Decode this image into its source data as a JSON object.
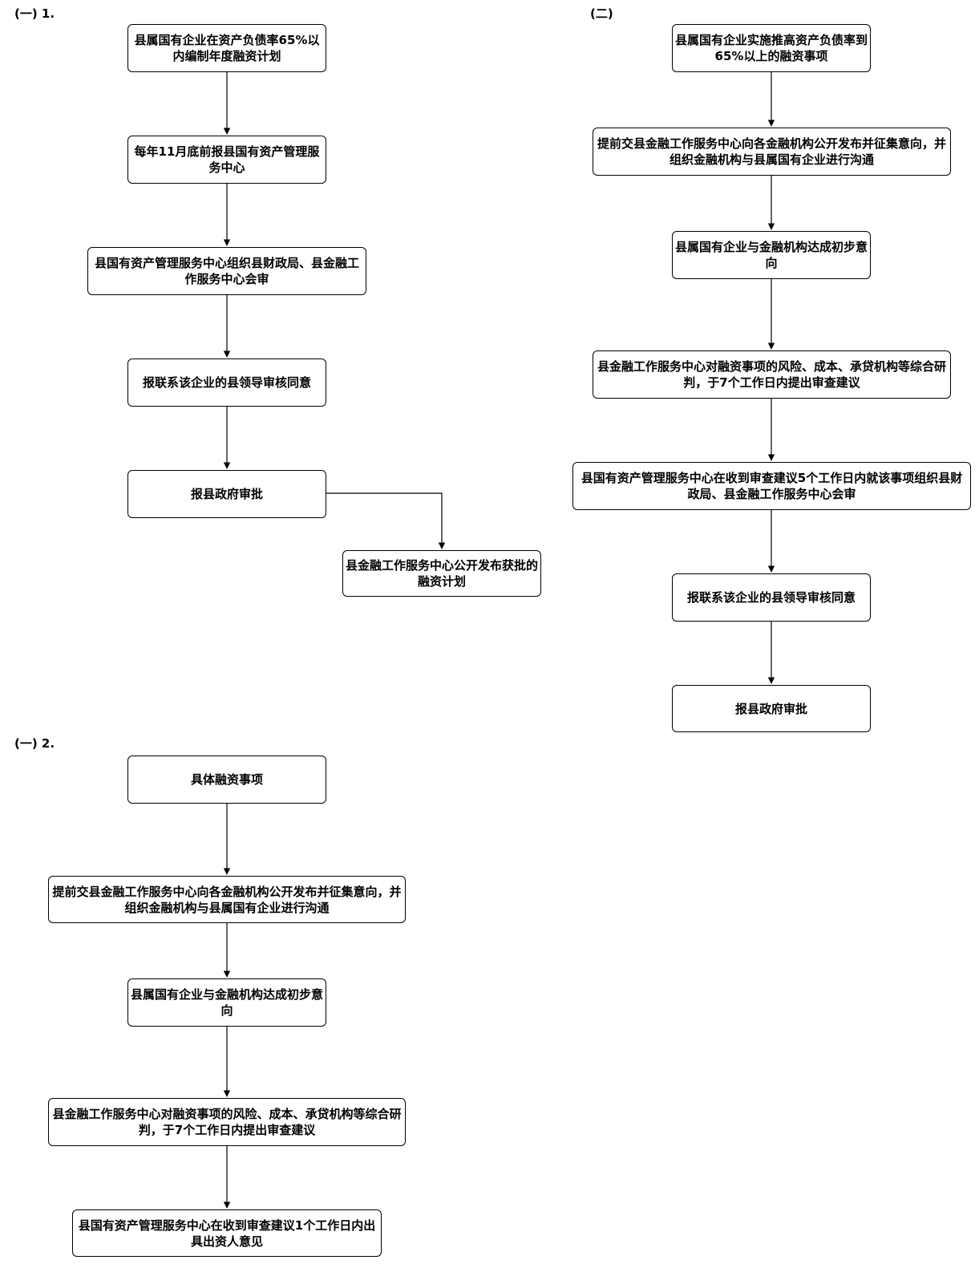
{
  "sections": [
    {
      "label": "(一) 1.",
      "nodes": [
        "县属国有企业在资产负债率65%以内编制年度融资计划",
        "每年11月底前报县国有资产管理服务中心",
        "县国有资产管理服务中心组织县财政局、县金融工作服务中心会审",
        "报联系该企业的县领导审核同意",
        "报县政府审批",
        "县金融工作服务中心公开发布获批的融资计划"
      ]
    },
    {
      "label": "(一) 2.",
      "nodes": [
        "具体融资事项",
        "提前交县金融工作服务中心向各金融机构公开发布并征集意向，并组织金融机构与县属国有企业进行沟通",
        "县属国有企业与金融机构达成初步意向",
        "县金融工作服务中心对融资事项的风险、成本、承贷机构等综合研判，于7个工作日内提出审查建议",
        "县国有资产管理服务中心在收到审查建议1个工作日内出具出资人意见"
      ]
    },
    {
      "label": "(二)",
      "nodes": [
        "县属国有企业实施推高资产负债率到65%以上的融资事项",
        "提前交县金融工作服务中心向各金融机构公开发布并征集意向，并组织金融机构与县属国有企业进行沟通",
        "县属国有企业与金融机构达成初步意向",
        "县金融工作服务中心对融资事项的风险、成本、承贷机构等综合研判，于7个工作日内提出审查建议",
        "县国有资产管理服务中心在收到审查建议5个工作日内就该事项组织县财政局、县金融工作服务中心会审",
        "报联系该企业的县领导审核同意",
        "报县政府审批"
      ]
    }
  ]
}
